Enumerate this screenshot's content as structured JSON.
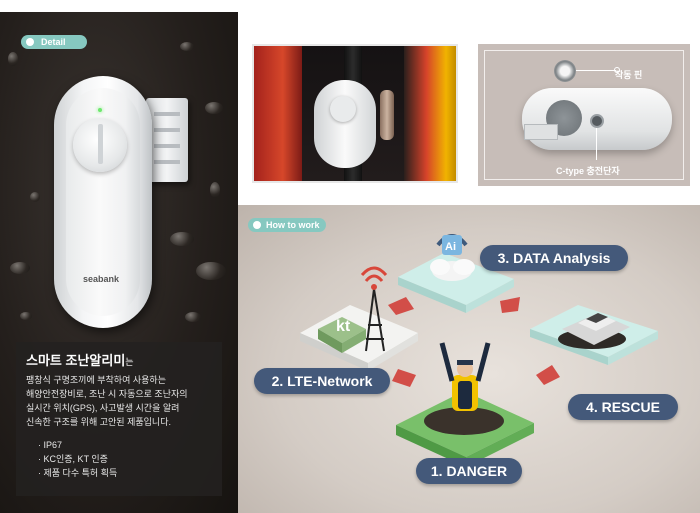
{
  "detail": {
    "label": "Detail"
  },
  "device": {
    "logo": "seabank"
  },
  "description": {
    "title": "스마트 조난알리미",
    "title_suffix": "는",
    "body": [
      "팽창식 구명조끼에 부착하여 사용하는",
      "해양안전장비로, 조난 시 자동으로 조난자의",
      "실시간 위치(GPS), 사고발생 시간을 알려",
      "신속한 구조를 위해 고안된 제품입니다."
    ],
    "features": [
      "· IP67",
      "· KC인증, KT 인증",
      "· 제품 다수 특허 획득"
    ]
  },
  "photo_right": {
    "pin_label": "작동 핀",
    "port_label": "C-type 충전단자"
  },
  "how": {
    "label": "How to work",
    "steps": {
      "danger": "1. DANGER",
      "lte": "2. LTE-Network",
      "data": "3. DATA Analysis",
      "rescue": "4. RESCUE"
    },
    "icons": {
      "kt_logo": "kt",
      "ai_logo": "Ai"
    }
  },
  "colors": {
    "accent_teal": "#86c8c0",
    "step_navy": "#44597a",
    "arrow_red": "#d24e48"
  }
}
